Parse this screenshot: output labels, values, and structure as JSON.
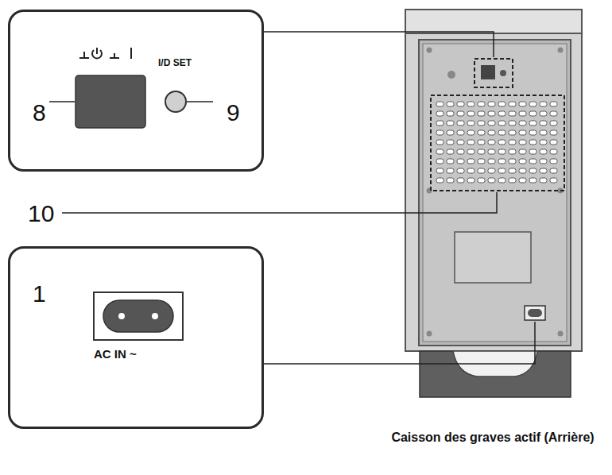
{
  "diagram": {
    "caption": "Caisson des graves actif (Arrière)",
    "nodes": [
      {
        "text": [
          "8",
          "I/D SET",
          "9"
        ]
      },
      {
        "text": [
          "1",
          "AC IN ~"
        ]
      }
    ],
    "labels": [
      "10"
    ]
  }
}
